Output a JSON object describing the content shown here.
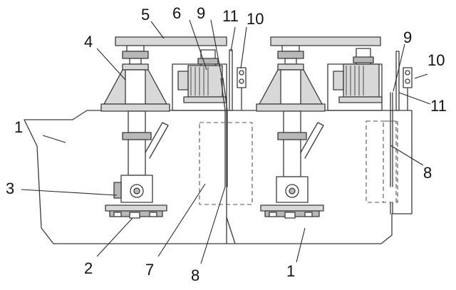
{
  "labels": {
    "l1a": "1",
    "l1b": "1",
    "l2": "2",
    "l3": "3",
    "l4": "4",
    "l5": "5",
    "l6": "6",
    "l7": "7",
    "l8a": "8",
    "l8b": "8",
    "l9a": "9",
    "l9b": "9",
    "l10a": "10",
    "l10b": "10",
    "l11a": "11",
    "l11b": "11"
  }
}
